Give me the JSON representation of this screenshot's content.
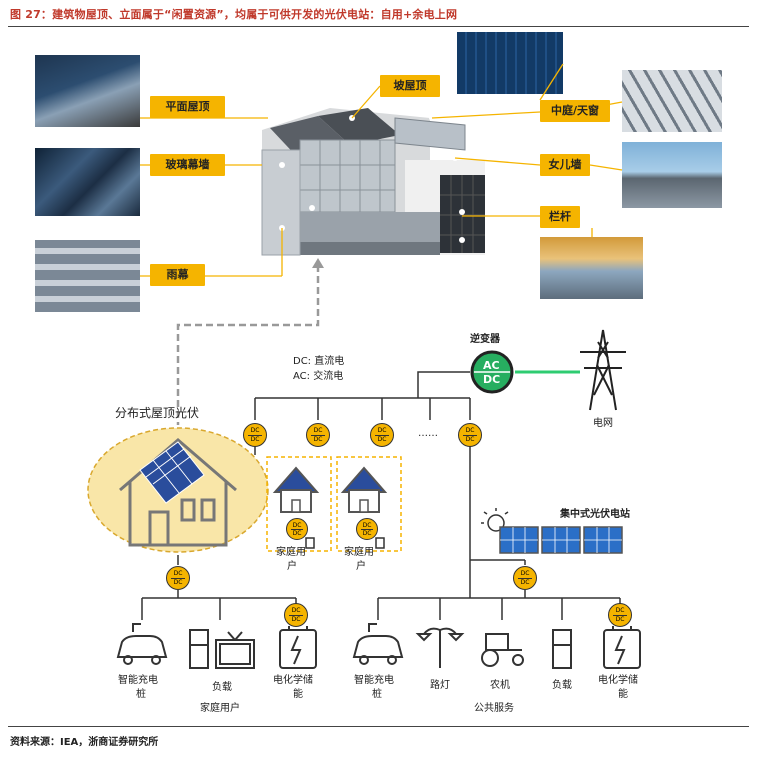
{
  "figure_title": "图 27：建筑物屋顶、立面属于“闲置资源”，均属于可供开发的光伏电站：自用+余电上网",
  "building_labels": {
    "flat_roof": "平面屋顶",
    "glass_curtain": "玻璃幕墙",
    "awning": "雨幕",
    "sloped_roof": "坡屋顶",
    "atrium": "中庭/天窗",
    "parapet": "女儿墙",
    "railing": "栏杆"
  },
  "legend": {
    "dc": "DC: 直流电",
    "ac": "AC: 交流电"
  },
  "inverter": {
    "label": "逆变器",
    "ac": "AC",
    "dc": "DC"
  },
  "grid_label": "电网",
  "distributed_label": "分布式屋顶光伏",
  "ellipsis": "……",
  "converter_text": {
    "top": "DC",
    "bottom": "DC"
  },
  "home_user": "家庭用户",
  "home_user_line1": "家庭用",
  "home_user_line2": "户",
  "central_pv": "集中式光伏电站",
  "loads_left": [
    {
      "line1": "智能充电",
      "line2": "桩"
    },
    {
      "line1": "负载",
      "line2": ""
    },
    {
      "line1": "电化学储",
      "line2": "能"
    }
  ],
  "loads_right": [
    {
      "line1": "智能充电",
      "line2": "桩"
    },
    {
      "line1": "路灯",
      "line2": ""
    },
    {
      "line1": "农机",
      "line2": ""
    },
    {
      "line1": "负载",
      "line2": ""
    },
    {
      "line1": "电化学储",
      "line2": "能"
    }
  ],
  "group_left": "家庭用户",
  "group_right": "公共服务",
  "source": "资料来源：IEA，浙商证券研究所",
  "colors": {
    "accent": "#f5b400",
    "inverter": "#27ae60",
    "grid_line": "#2ecc71",
    "title": "#c0392b",
    "circle_fill": "#f9e6a8"
  }
}
